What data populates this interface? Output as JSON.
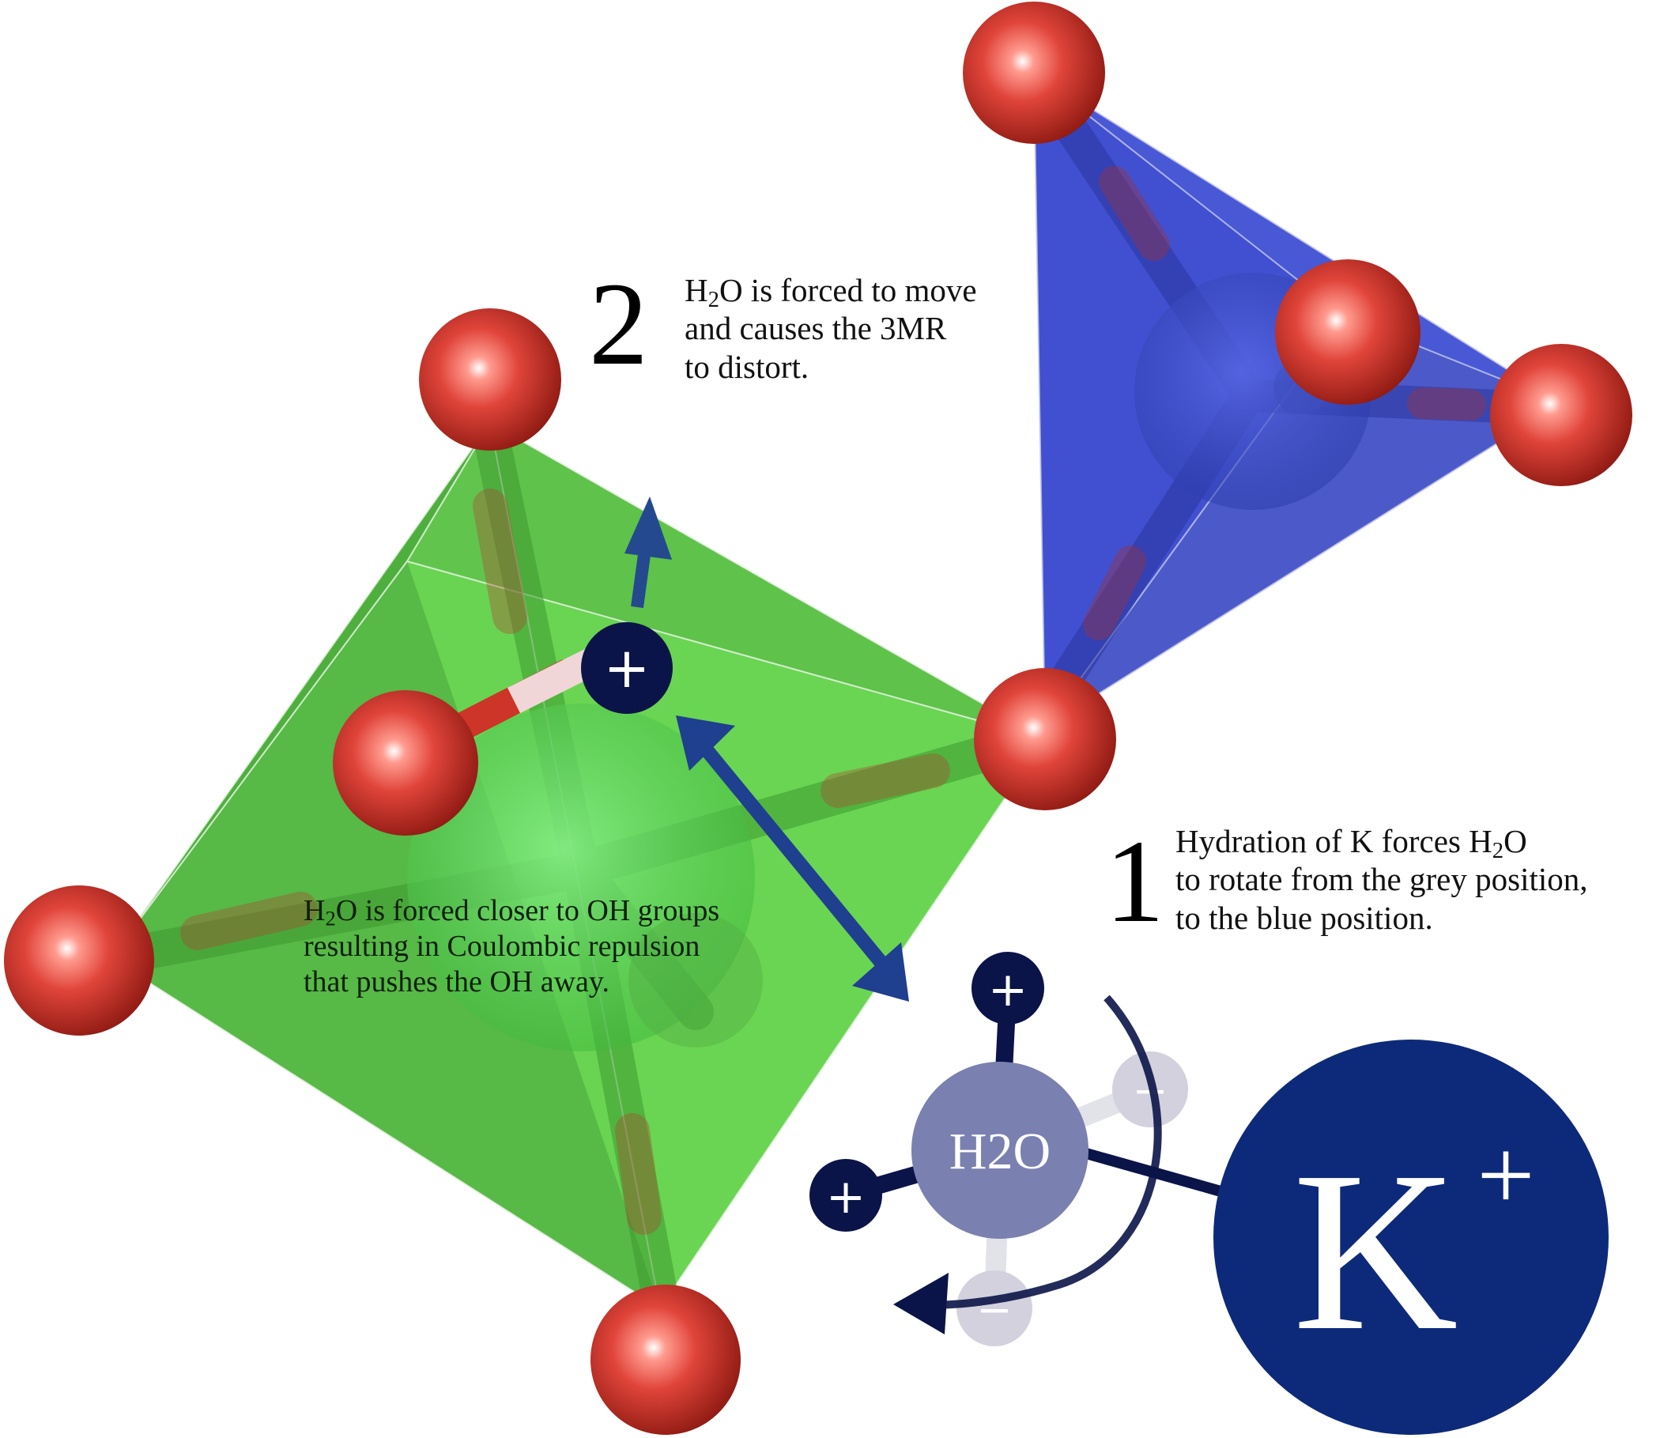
{
  "step1": {
    "number": "1",
    "line1_pre": "Hydration of K forces H",
    "line1_sub": "2",
    "line1_post": "O",
    "line2": "to rotate from the grey position,",
    "line3": "to the blue position."
  },
  "step2": {
    "number": "2",
    "line1_pre": "H",
    "line1_sub": "2",
    "line1_post": "O is forced to move",
    "line2": "and causes the 3MR",
    "line3": "to distort."
  },
  "center_note": {
    "line1_pre": "H",
    "line1_sub": "2",
    "line1_post": "O is forced closer to OH groups",
    "line2": "resulting in Coulombic repulsion",
    "line3": "that pushes the OH away."
  },
  "water_label": "H2O",
  "potassium": {
    "symbol": "K",
    "charge": "+"
  },
  "charges": {
    "plus": "+",
    "minus": "−"
  },
  "colors": {
    "octahedron": "#5dc84a",
    "tetrahedron": "#3f4fd0",
    "oxygen": "#d8382c",
    "potassium": "#0d2a7a",
    "water": "#7a80b0",
    "hydrogen": "#0b1448",
    "arrow": "#1f3f8f",
    "ghost": "#b6b4c8"
  }
}
